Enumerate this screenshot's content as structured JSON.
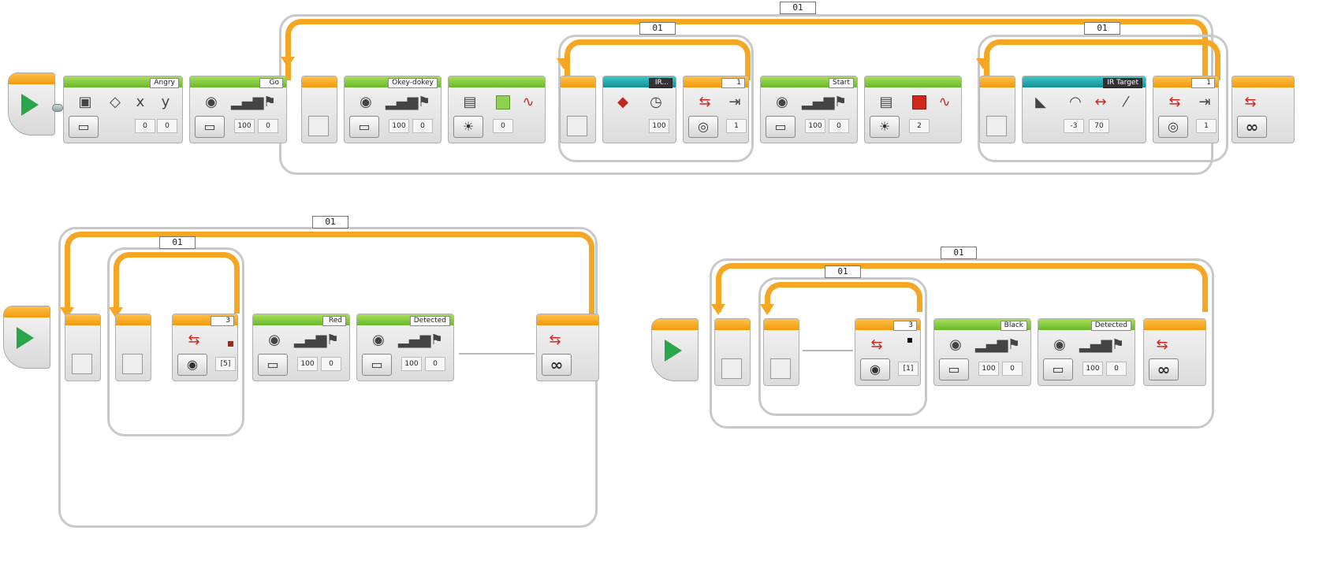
{
  "programs": {
    "top": {
      "outer_loop_label": "01",
      "inner_loop1_label": "01",
      "inner_loop2_label": "01",
      "display_block": {
        "text": "Angry",
        "x_label": "x",
        "y_label": "y",
        "x": "0",
        "y": "0"
      },
      "sound_go": {
        "file": "Go",
        "volume": "100",
        "play_type": "0"
      },
      "sound_okey": {
        "file": "Okey-dokey",
        "volume": "100",
        "play_type": "0"
      },
      "light_green": {
        "value": "0"
      },
      "ir_beacon": {
        "name": "IR...",
        "value": "100"
      },
      "switch1": {
        "count": "1",
        "value": "1"
      },
      "sound_start": {
        "file": "Start",
        "volume": "100",
        "play_type": "0"
      },
      "light_red": {
        "value": "2"
      },
      "ir_target": {
        "name": "IR Target",
        "heading": "-3",
        "distance": "70"
      },
      "switch2": {
        "count": "1",
        "value": "1"
      },
      "infinite": "∞"
    },
    "bottom_left": {
      "outer_loop_label": "01",
      "inner_loop_label": "01",
      "color_switch": {
        "count": "3",
        "value": "[5]"
      },
      "sound_red": {
        "file": "Red",
        "volume": "100",
        "play_type": "0"
      },
      "sound_detected": {
        "file": "Detected",
        "volume": "100",
        "play_type": "0"
      },
      "infinite": "∞"
    },
    "bottom_right": {
      "outer_loop_label": "01",
      "inner_loop_label": "01",
      "color_switch": {
        "count": "3",
        "value": "[1]"
      },
      "sound_black": {
        "file": "Black",
        "volume": "100",
        "play_type": "0"
      },
      "sound_detected": {
        "file": "Detected",
        "volume": "100",
        "play_type": "0"
      },
      "infinite": "∞"
    }
  },
  "colors": {
    "loop": "#f5a623",
    "action": "#6ab62a",
    "sensor": "#138f95",
    "play": "#2aa54a"
  }
}
